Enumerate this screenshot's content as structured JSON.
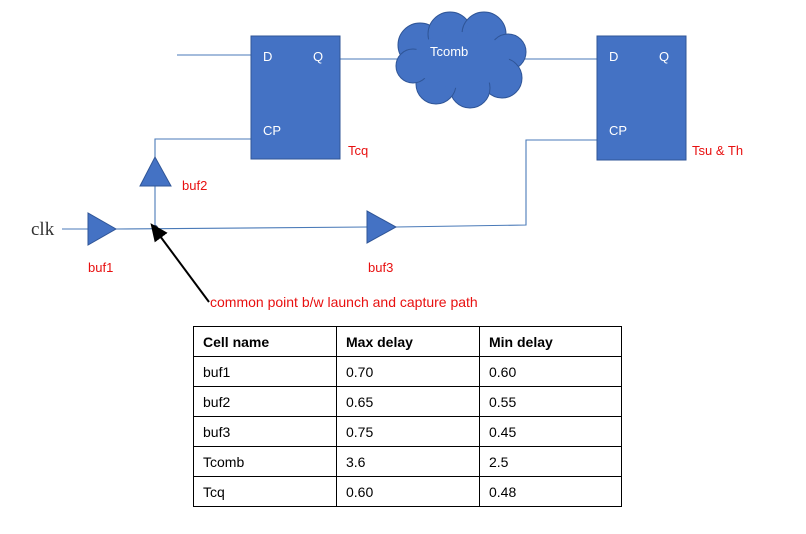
{
  "diagram": {
    "flop1": {
      "d": "D",
      "q": "Q",
      "cp": "CP",
      "delay_label": "Tcq"
    },
    "flop2": {
      "d": "D",
      "q": "Q",
      "cp": "CP",
      "delay_label": "Tsu & Th"
    },
    "comb_cloud": "Tcomb",
    "clk": "clk",
    "buf1": "buf1",
    "buf2": "buf2",
    "buf3": "buf3",
    "common_point_note": "common point b/w launch and capture path"
  },
  "table": {
    "headers": [
      "Cell name",
      "Max delay",
      "Min delay"
    ],
    "rows": [
      [
        "buf1",
        "0.70",
        "0.60"
      ],
      [
        "buf2",
        "0.65",
        "0.55"
      ],
      [
        "buf3",
        "0.75",
        "0.45"
      ],
      [
        "Tcomb",
        "3.6",
        "2.5"
      ],
      [
        "Tcq",
        "0.60",
        "0.48"
      ]
    ]
  },
  "colors": {
    "cell_fill": "#4472c4",
    "wire": "#4a7ab8",
    "annotation": "#e81010"
  }
}
